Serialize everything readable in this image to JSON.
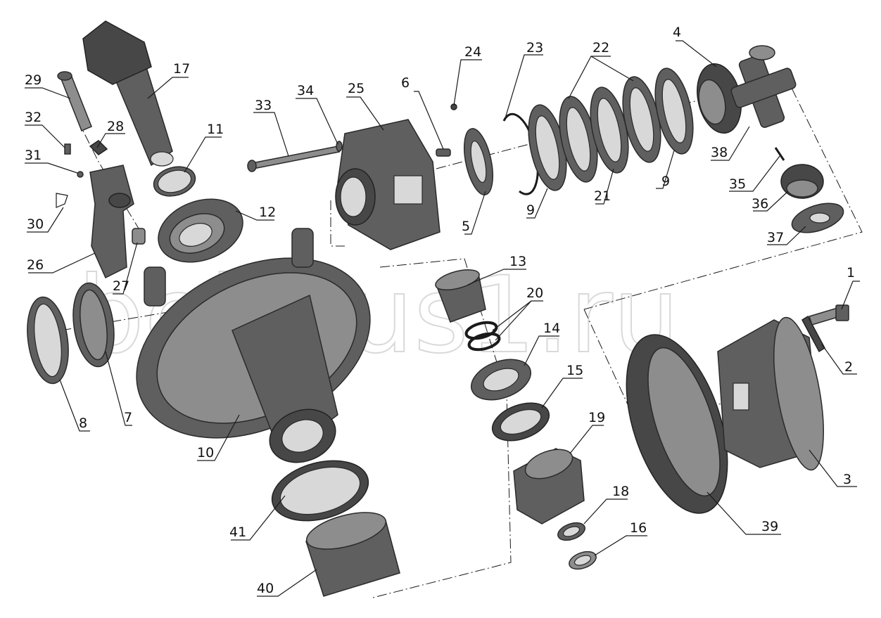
{
  "watermark": "belarus1.ru",
  "callouts": [
    "1",
    "2",
    "3",
    "4",
    "5",
    "6",
    "7",
    "8",
    "9",
    "9",
    "10",
    "11",
    "12",
    "13",
    "14",
    "15",
    "16",
    "17",
    "18",
    "19",
    "20",
    "21",
    "22",
    "23",
    "24",
    "25",
    "26",
    "27",
    "28",
    "29",
    "30",
    "31",
    "32",
    "33",
    "34",
    "35",
    "36",
    "37",
    "38",
    "39",
    "40",
    "41"
  ]
}
